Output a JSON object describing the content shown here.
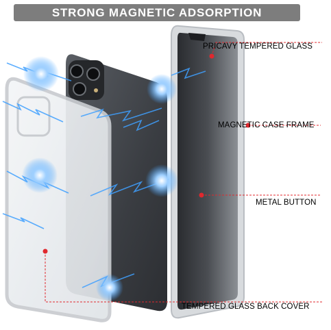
{
  "banner": {
    "title": "STRONG MAGNETIC ADSORPTION"
  },
  "callouts": [
    {
      "label": "PRICAVY TEMPERED GLASS"
    },
    {
      "label": "MAGNETIC CASE FRAME"
    },
    {
      "label": "METAL BUTTON"
    },
    {
      "label": "TEMPERED GLASS BACK COVER"
    }
  ],
  "colors": {
    "banner_bg": "#7d7d7d",
    "callout_line": "#e0282e",
    "callout_dot": "#e0282e",
    "lightning": "#3fa0ff",
    "frame_silver": "#c9ccd0",
    "phone_body": "#3a3d42"
  }
}
